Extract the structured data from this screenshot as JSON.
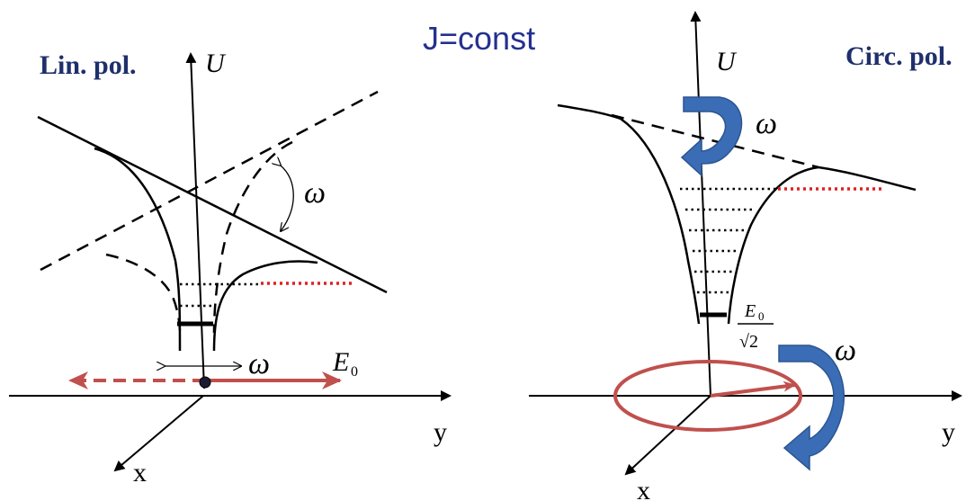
{
  "title": "J=const",
  "left_panel": {
    "label": "Lin. pol.",
    "axis_u": "U",
    "axis_y": "y",
    "axis_x": "x",
    "omega_rotation": "ω",
    "omega_oscillation": "ω",
    "field_symbol": "E",
    "field_subscript": "0"
  },
  "right_panel": {
    "label": "Circ. pol.",
    "axis_u": "U",
    "axis_y": "y",
    "axis_x": "x",
    "omega_top": "ω",
    "omega_bottom": "ω",
    "field_numerator": "E",
    "field_numerator_subscript": "0",
    "field_denominator": "√2"
  },
  "colors": {
    "title": "#24308f",
    "panel_label": "#1f2f6b",
    "field_arrow": "#c0504d",
    "rotation_arrow": "#3a6db5",
    "energy_level_dotted_red": "#e02020",
    "lines": "#000000"
  }
}
